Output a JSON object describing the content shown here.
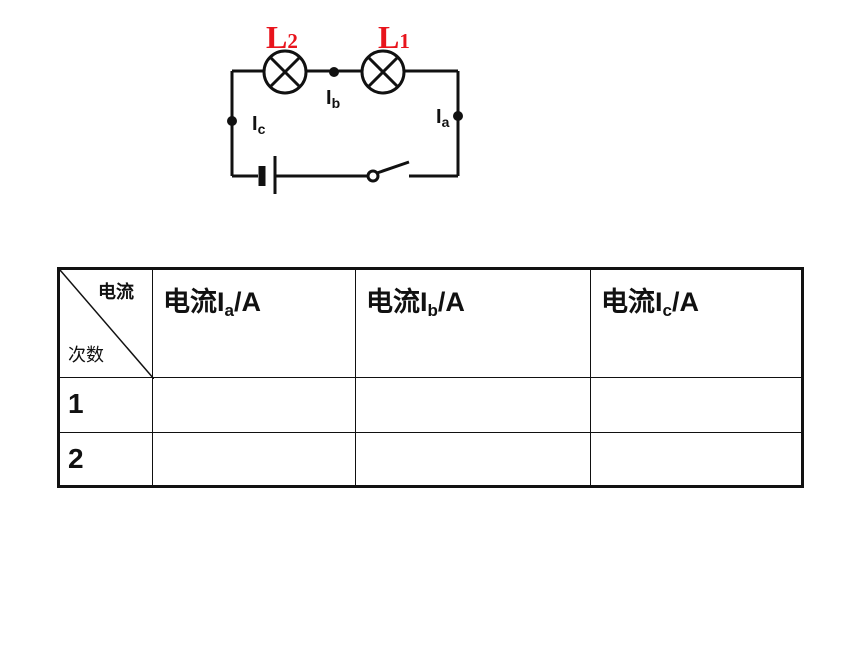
{
  "circuit": {
    "lamp_left": {
      "base": "L",
      "sub": "2"
    },
    "lamp_right": {
      "base": "L",
      "sub": "1"
    },
    "point_b": {
      "base": "I",
      "sub": "b"
    },
    "point_c": {
      "base": "I",
      "sub": "c"
    },
    "point_a": {
      "base": "I",
      "sub": "a"
    },
    "label_color": "#e8141c"
  },
  "table": {
    "corner_top": "电流",
    "corner_bottom": "次数",
    "headers": [
      {
        "prefix": "电流I",
        "sub": "a",
        "suffix": "/A"
      },
      {
        "prefix": "电流I",
        "sub": "b",
        "suffix": "/A"
      },
      {
        "prefix": "电流I",
        "sub": "c",
        "suffix": "/A"
      }
    ],
    "rows": [
      {
        "label": "1",
        "cells": [
          "",
          "",
          ""
        ]
      },
      {
        "label": "2",
        "cells": [
          "",
          "",
          ""
        ]
      }
    ]
  }
}
